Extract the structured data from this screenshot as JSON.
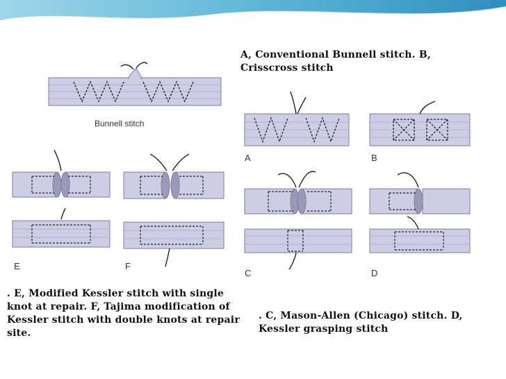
{
  "slide": {
    "caption_top_right": "A, Conventional Bunnell stitch. B, Crisscross stitch",
    "caption_bottom_left": ". E, Modified Kessler stitch with single knot at repair. F, Tajima modification of Kessler stitch with double knots at repair site.",
    "caption_bottom_right": ". C, Mason-Allen (Chicago) stitch. D, Kessler grasping stitch"
  },
  "figures": {
    "bunnell_label": "Bunnell stitch",
    "panel_labels": {
      "A": "A",
      "B": "B",
      "C": "C",
      "D": "D",
      "E": "E",
      "F": "F"
    }
  },
  "colors": {
    "header_wave": "#5fb7d6",
    "tendon": "#cfcde6",
    "tendon_stroke": "#7d7aa0",
    "suture": "#222222"
  }
}
